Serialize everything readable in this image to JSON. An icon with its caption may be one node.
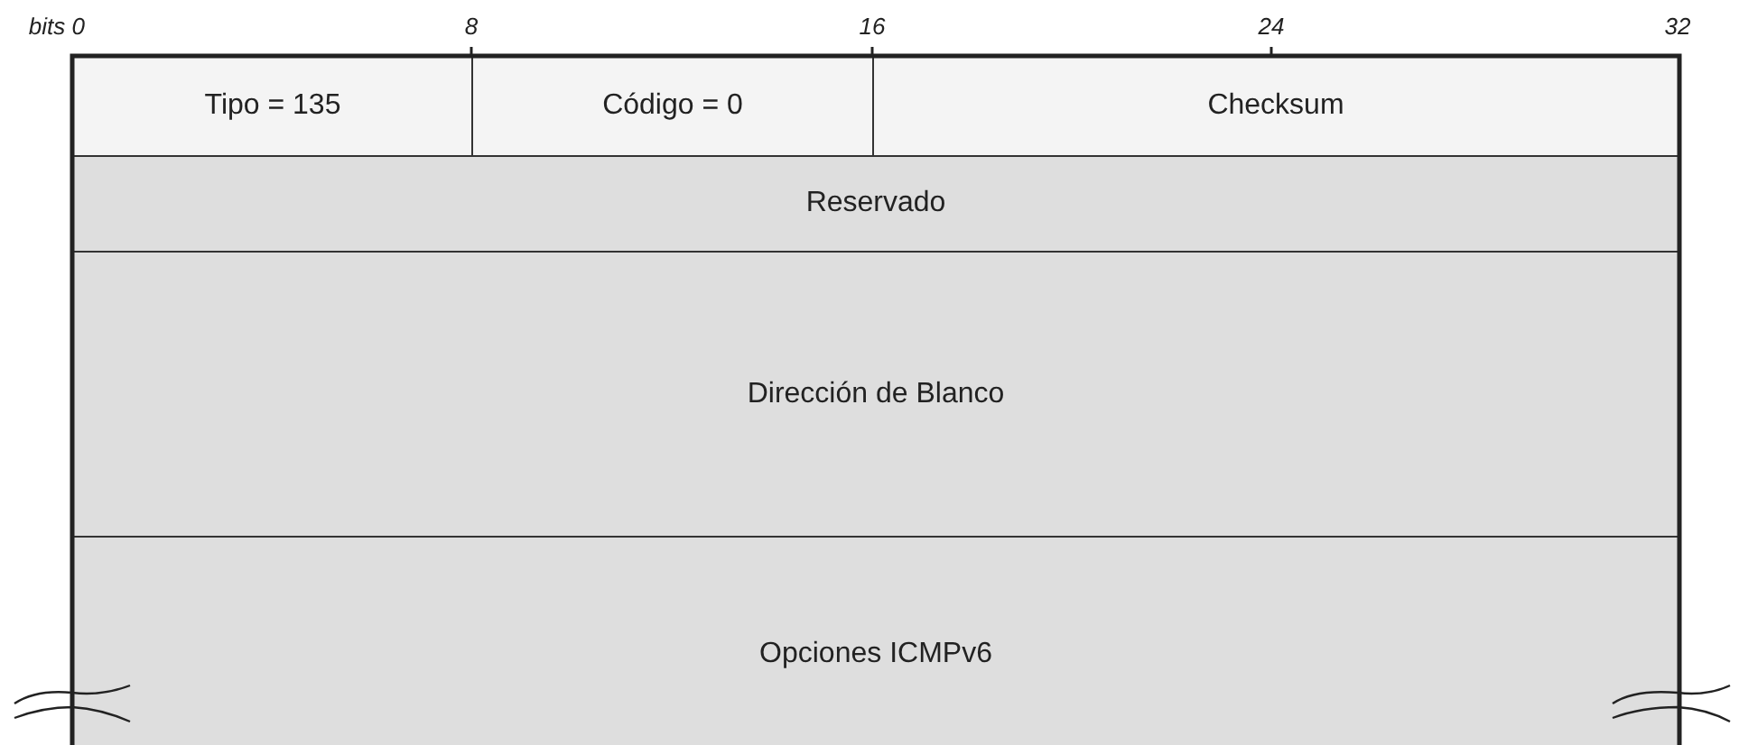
{
  "diagram": {
    "nodes": [
      {
        "text": [
          "Tipo = 135"
        ]
      },
      {
        "text": [
          "Código = 0"
        ]
      },
      {
        "text": [
          "Checksum"
        ]
      },
      {
        "text": [
          "Reservado"
        ]
      },
      {
        "text": [
          "Dirección de Blanco"
        ]
      },
      {
        "text": [
          "Opciones ICMPv6"
        ]
      }
    ],
    "labels": [
      "bits 0",
      "8",
      "16",
      "24",
      "32"
    ]
  }
}
